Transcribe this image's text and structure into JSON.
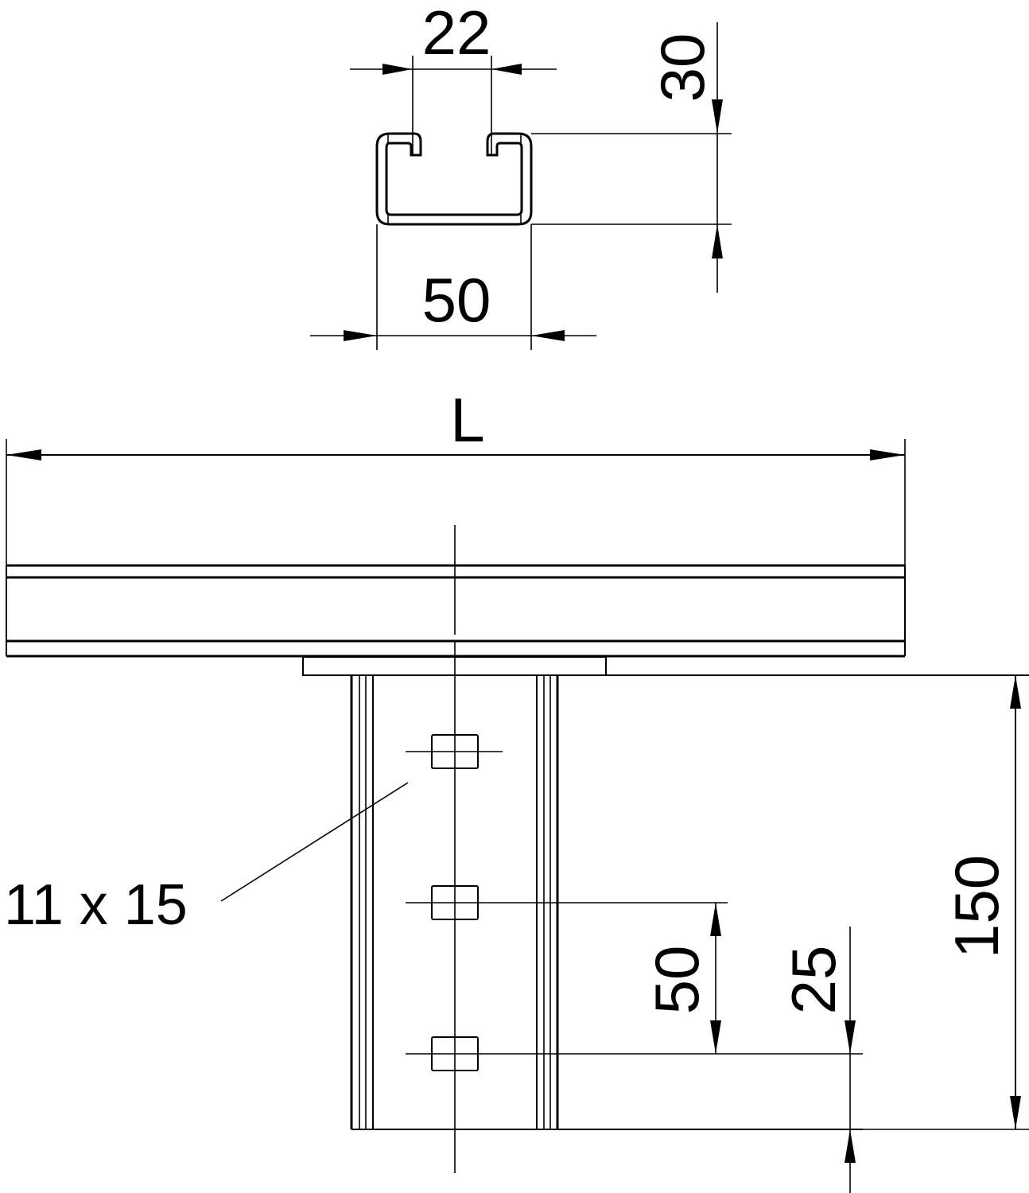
{
  "drawing": {
    "type": "technical-drawing",
    "subject": "C-channel cantilever bracket",
    "line_color": "#000000",
    "background": "#ffffff"
  },
  "profile_section": {
    "slot_width": "22",
    "height": "30",
    "width": "50"
  },
  "main_view": {
    "length_label": "L",
    "total_height": "150",
    "hole_spacing": "50",
    "bottom_offset": "25",
    "hole_size_label": "11 x 15"
  }
}
